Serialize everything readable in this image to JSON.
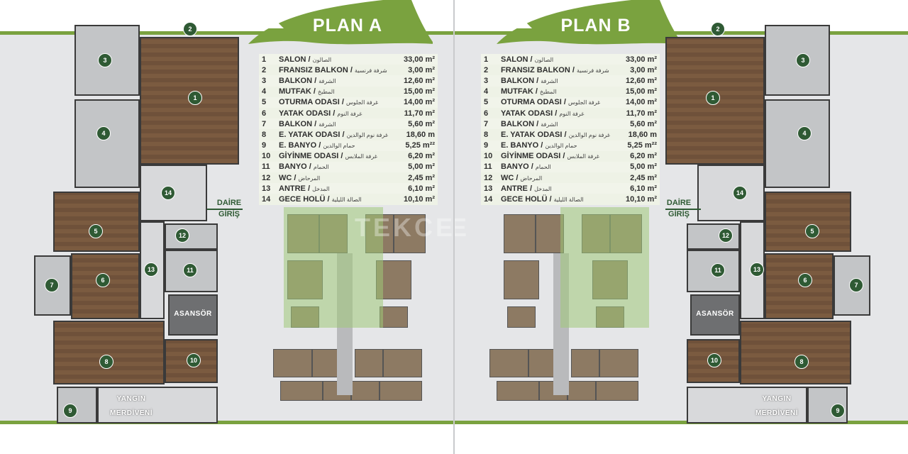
{
  "plans": [
    {
      "title": "PLAN A",
      "side": "left"
    },
    {
      "title": "PLAN B",
      "side": "right"
    }
  ],
  "rooms": [
    {
      "no": "1",
      "name": "SALON",
      "ar": "الصالون",
      "area": "33,00 m²"
    },
    {
      "no": "2",
      "name": "FRANSIZ BALKON",
      "ar": "شرفة فرنسية",
      "area": "3,00 m²"
    },
    {
      "no": "3",
      "name": "BALKON",
      "ar": "الشرفة",
      "area": "12,60 m²"
    },
    {
      "no": "4",
      "name": "MUTFAK",
      "ar": "المطبخ",
      "area": "15,00 m²"
    },
    {
      "no": "5",
      "name": "OTURMA ODASI",
      "ar": "غرفة الجلوس",
      "area": "14,00 m²"
    },
    {
      "no": "6",
      "name": "YATAK ODASI",
      "ar": "غرفة النوم",
      "area": "11,70 m²"
    },
    {
      "no": "7",
      "name": "BALKON",
      "ar": "الشرفة",
      "area": "5,60 m²"
    },
    {
      "no": "8",
      "name": "E. YATAK ODASI",
      "ar": "غرفة نوم الوالدين",
      "area": "18,60 m"
    },
    {
      "no": "9",
      "name": "E. BANYO",
      "ar": "حمام الوالدين",
      "area": "5,25 m²²"
    },
    {
      "no": "10",
      "name": "GİYİNME ODASI",
      "ar": "غرفة الملابس",
      "area": "6,20 m²"
    },
    {
      "no": "11",
      "name": "BANYO",
      "ar": "الحمام",
      "area": "5,00 m²"
    },
    {
      "no": "12",
      "name": "WC",
      "ar": "المرحاض",
      "area": "2,45 m²"
    },
    {
      "no": "13",
      "name": "ANTRE",
      "ar": "المدخل",
      "area": "6,10 m²"
    },
    {
      "no": "14",
      "name": "GECE HOLÜ",
      "ar": "الصالة الليلية",
      "area": "10,10 m²"
    }
  ],
  "labels": {
    "entrance_line1": "DAİRE",
    "entrance_line2": "GİRİŞ",
    "elevator": "ASANSÖR",
    "stairs_line1": "YANGIN",
    "stairs_line2": "MERDİVENİ",
    "watermark": "TEKCE"
  },
  "colors": {
    "accent": "#7aa23f",
    "circle": "#2f5a34",
    "background": "#e5e6e8"
  }
}
